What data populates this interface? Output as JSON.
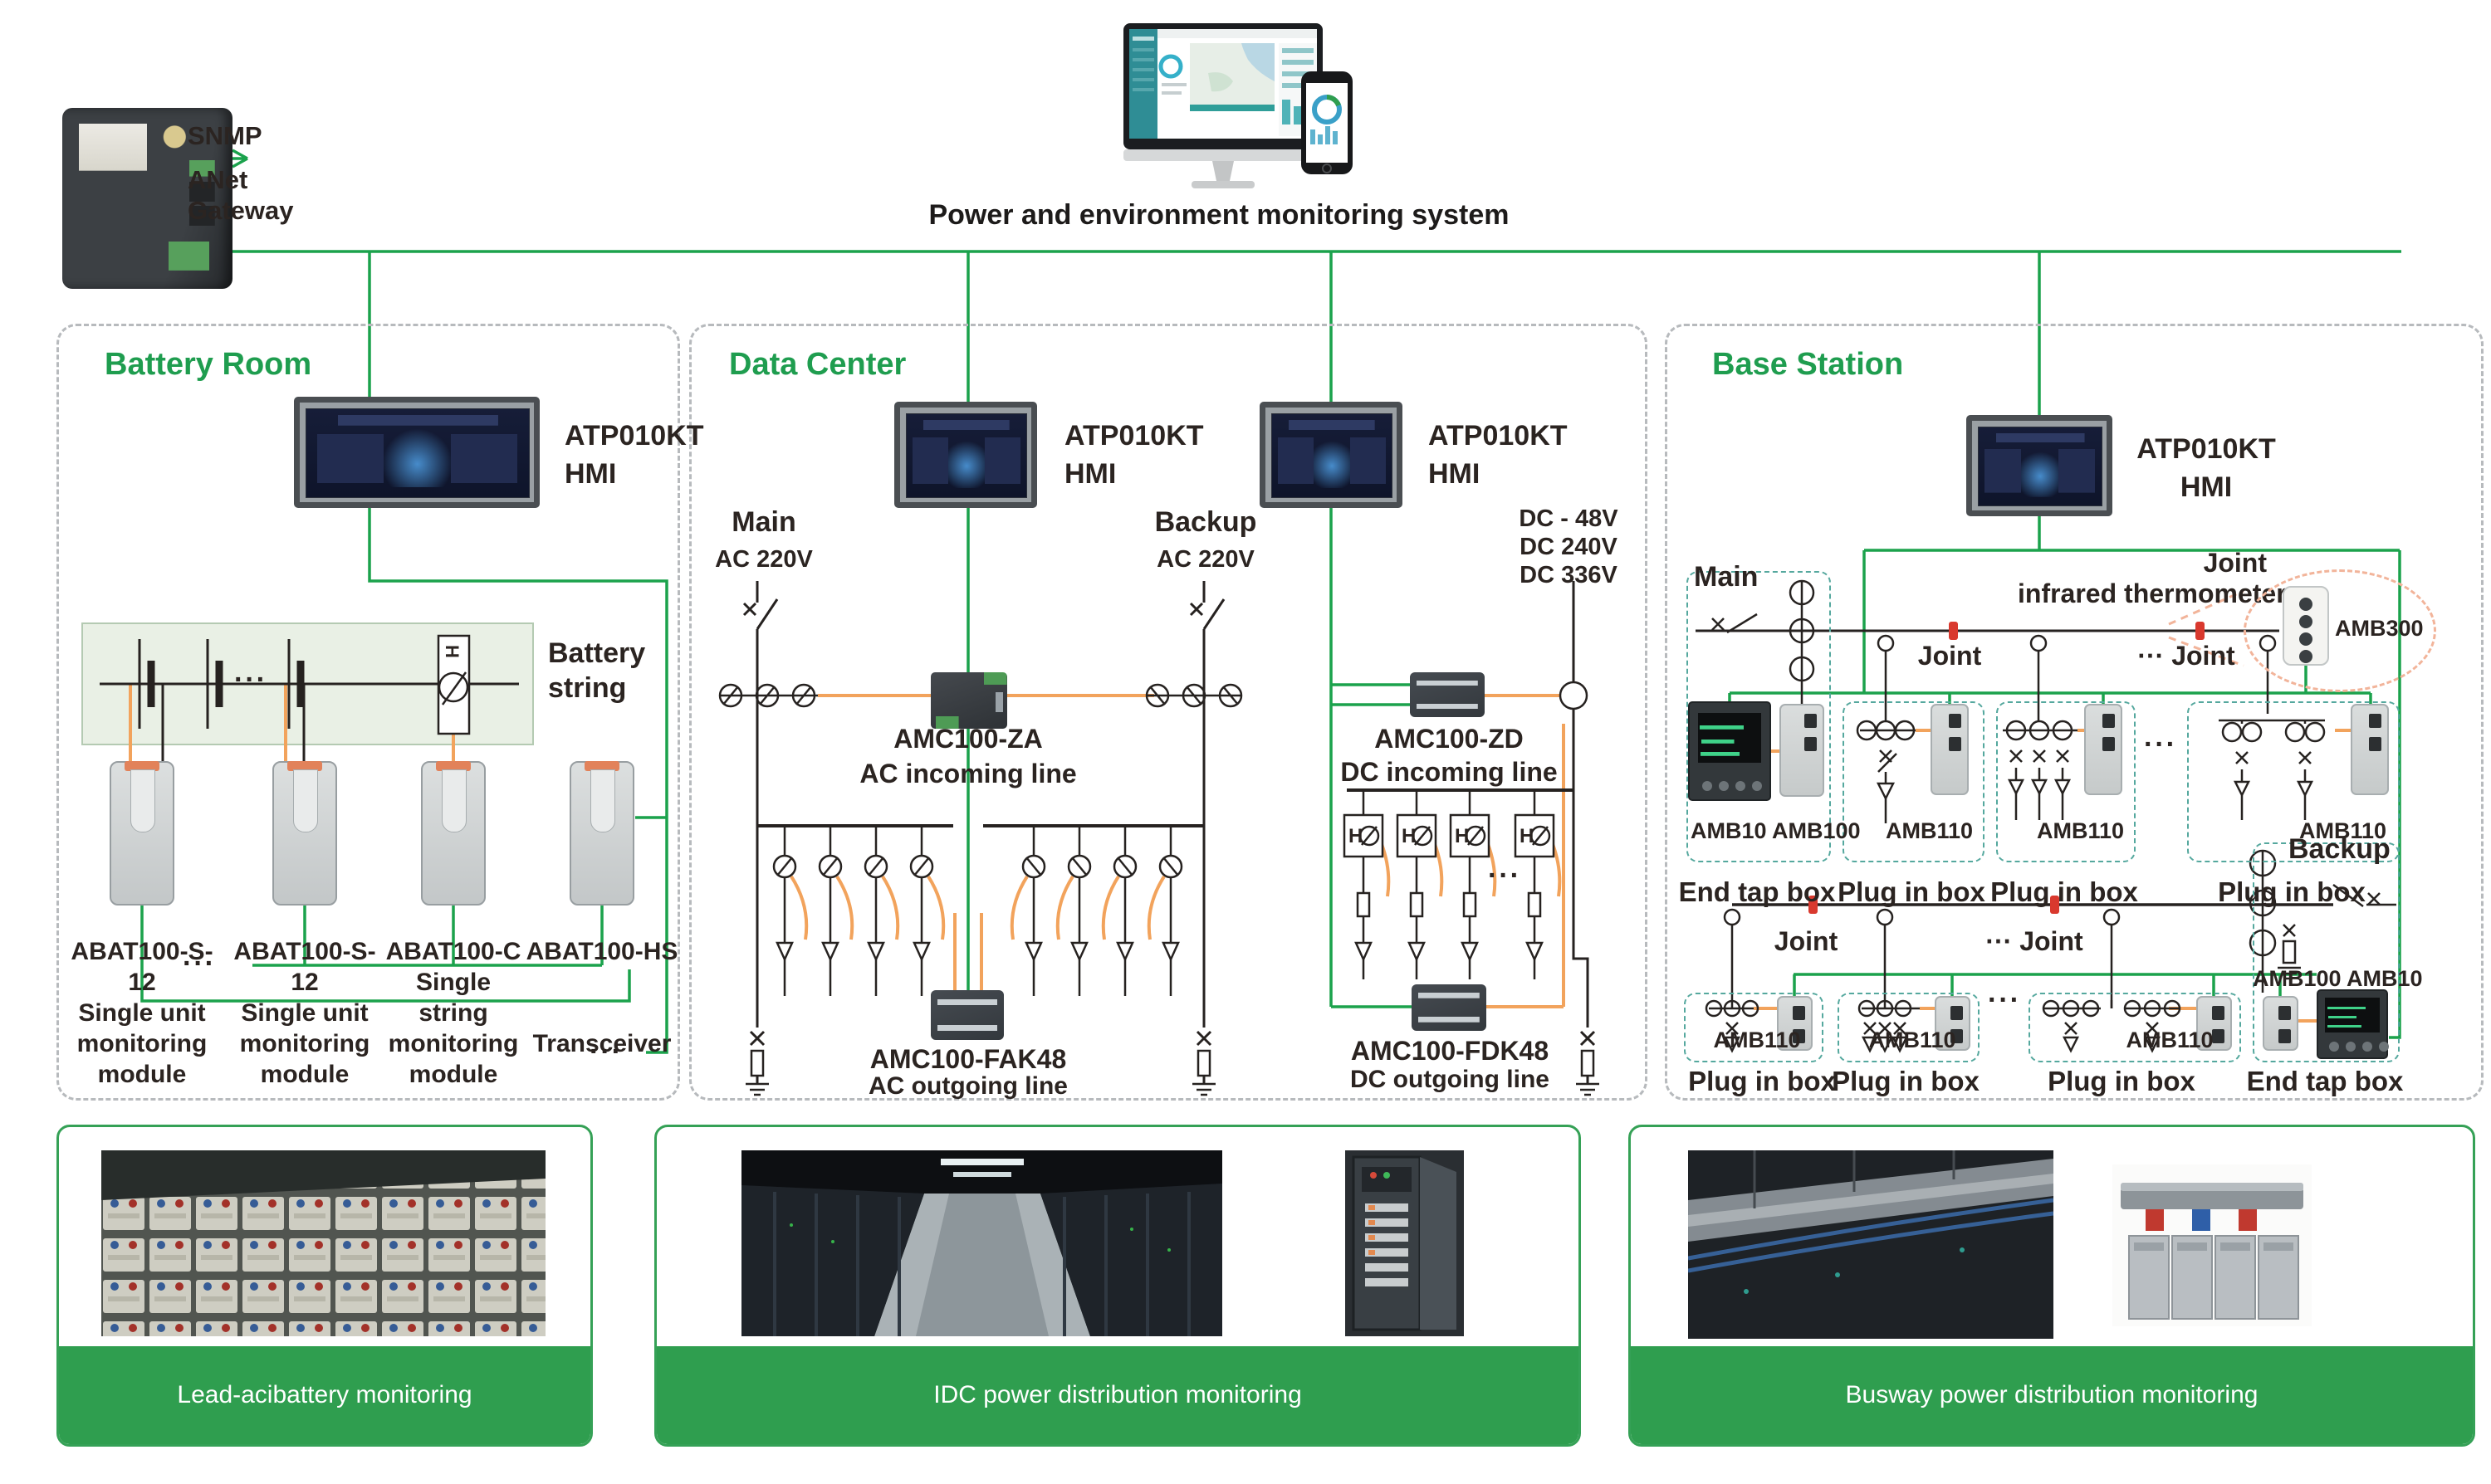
{
  "misc": {
    "ellipsis": "···"
  },
  "gateway": {
    "protocol": "SNMP",
    "line1": "ANet",
    "line2": "Gateway"
  },
  "header": {
    "title": "Power and environment monitoring system"
  },
  "battery_room": {
    "title": "Battery Room",
    "hmi_model": "ATP010KT",
    "hmi_type": "HMI",
    "string_label_1": "Battery",
    "string_label_2": "string",
    "hall": "H",
    "modules": [
      {
        "model": "ABAT100-S-12",
        "desc": "Single unit monitoring module"
      },
      {
        "model": "ABAT100-S-12",
        "desc": "Single unit monitoring module"
      },
      {
        "model": "ABAT100-C",
        "desc": "Single string monitoring module"
      },
      {
        "model": "ABAT100-HS",
        "desc": "Transceiver"
      }
    ]
  },
  "data_center": {
    "title": "Data Center",
    "hmi_model": "ATP010KT",
    "hmi_type": "HMI",
    "main": "Main",
    "main_v": "AC 220V",
    "backup": "Backup",
    "backup_v": "AC 220V",
    "dc_lines": [
      "DC - 48V",
      "DC 240V",
      "DC 336V"
    ],
    "hall": "H",
    "amc_za": {
      "model": "AMC100-ZA",
      "desc": "AC incoming line"
    },
    "amc_fak": {
      "model": "AMC100-FAK48",
      "desc": "AC outgoing line"
    },
    "amc_zd": {
      "model": "AMC100-ZD",
      "desc": "DC incoming line"
    },
    "amc_fdk": {
      "model": "AMC100-FDK48",
      "desc": "DC outgoing line"
    }
  },
  "base_station": {
    "title": "Base Station",
    "hmi_model": "ATP010KT",
    "hmi_type": "HMI",
    "main": "Main",
    "joint": "Joint",
    "joint_more": "··· Joint",
    "thermo1": "Joint",
    "thermo2": "infrared thermometer",
    "amb300": "AMB300",
    "backup": "Backup",
    "row1": [
      {
        "models": "AMB10 AMB100",
        "caption": "End tap box"
      },
      {
        "models": "AMB110",
        "caption": "Plug in box"
      },
      {
        "models": "AMB110",
        "caption": "Plug in box"
      },
      {
        "models": "AMB110",
        "caption": "Plug in box"
      }
    ],
    "row2": [
      {
        "models": "AMB110",
        "caption": "Plug in box"
      },
      {
        "models": "AMB110",
        "caption": "Plug in box"
      },
      {
        "models": "AMB110",
        "caption": "Plug in box"
      },
      {
        "models": "AMB100 AMB10",
        "caption": "End tap box"
      }
    ]
  },
  "panels": [
    {
      "caption": "Lead-acibattery monitoring"
    },
    {
      "caption": "IDC power distribution monitoring"
    },
    {
      "caption": "Busway power distribution monitoring"
    }
  ]
}
